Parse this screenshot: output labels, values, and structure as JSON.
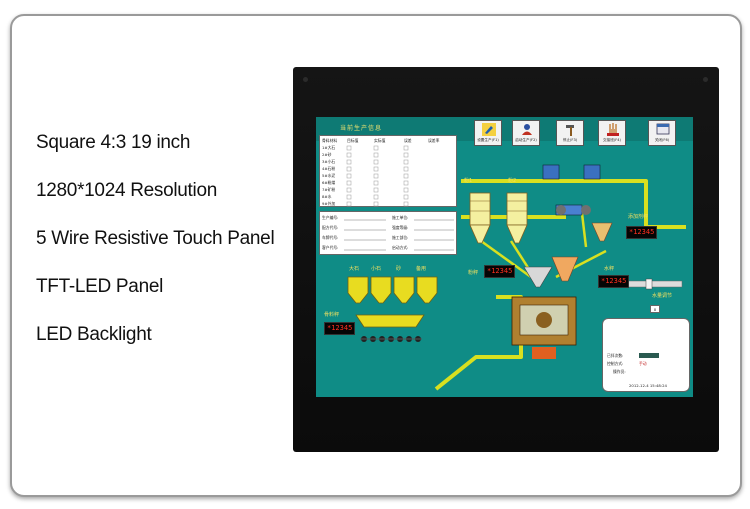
{
  "features": [
    "Square 4:3 19 inch",
    "1280*1024 Resolution",
    "5 Wire Resistive Touch Panel",
    "TFT-LED Panel",
    "LED Backlight"
  ],
  "screen": {
    "title": "当前生产信息",
    "toolbar": [
      {
        "label": "设置生产(F1)",
        "icon": "pencil-icon"
      },
      {
        "label": "启动生产(F2)",
        "icon": "worker-icon"
      },
      {
        "label": "停止(F3)",
        "icon": "hammer-icon"
      },
      {
        "label": "交接班(F4)",
        "icon": "hand-icon"
      },
      {
        "label": "关闭(F6)",
        "icon": "close-window-icon"
      }
    ],
    "table_headers": [
      "骨料材料",
      "目标值",
      "实际值",
      "误差",
      "误差率"
    ],
    "table_rows": [
      "1#大石",
      "2#砂",
      "3#小石",
      "4#石粉",
      "5#水泥",
      "6#粉煤",
      "7#矿粉",
      "8#水",
      "9#外加"
    ],
    "info_left": [
      "生产编号:",
      "配方代号:",
      "车牌代号:",
      "客户代号:"
    ],
    "info_right": [
      "施工单位:",
      "强度等级:",
      "施工部位:",
      "启动方式:"
    ],
    "silo_labels": [
      "粉1",
      "粉2"
    ],
    "bin_labels": [
      "大石",
      "小石",
      "砂",
      "备用"
    ],
    "additive_label": "添加剂秤",
    "powder_label": "粉秤",
    "water_label": "水秤",
    "aggregate_label": "骨料秤",
    "water_target_label": "水量调节",
    "readout": "*12345",
    "water_value": "0",
    "status_panel": {
      "batch_label": "已拌次数:",
      "mode_label": "控制方式:",
      "mode_value": "手动",
      "operator_label": "操作员:",
      "timestamp": "2012-12-4 15:48:24"
    }
  },
  "colors": {
    "screen_bg": "#0f8c86",
    "pipe": "#d8e020",
    "led_text": "#ff3020"
  }
}
